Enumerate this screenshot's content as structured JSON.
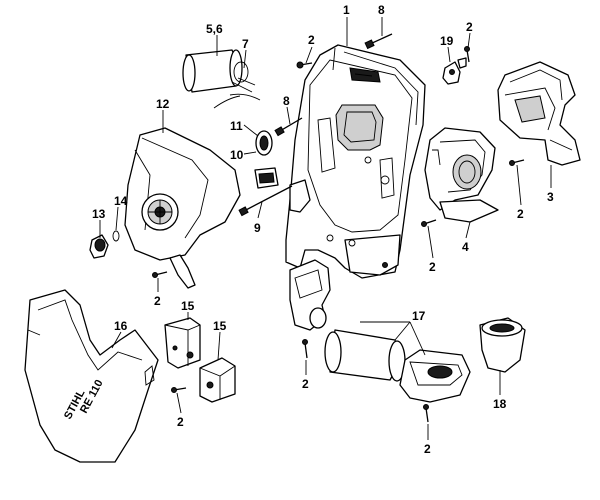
{
  "diagram": {
    "callouts": {
      "c1": "1",
      "c8a": "8",
      "c2a": "2",
      "c56": "5,6",
      "c7": "7",
      "c19": "19",
      "c2b": "2",
      "c12": "12",
      "c8b": "8",
      "c11": "11",
      "c10": "10",
      "c9": "9",
      "c13": "13",
      "c14": "14",
      "c2c": "2",
      "c3": "3",
      "c2d": "2",
      "c4": "4",
      "c2e": "2",
      "c16": "16",
      "c15a": "15",
      "c15b": "15",
      "c2f": "2",
      "c17": "17",
      "c2g": "2",
      "c18": "18",
      "c2h": "2"
    },
    "brand_text": "STIHL",
    "model_text": "RE 110"
  }
}
